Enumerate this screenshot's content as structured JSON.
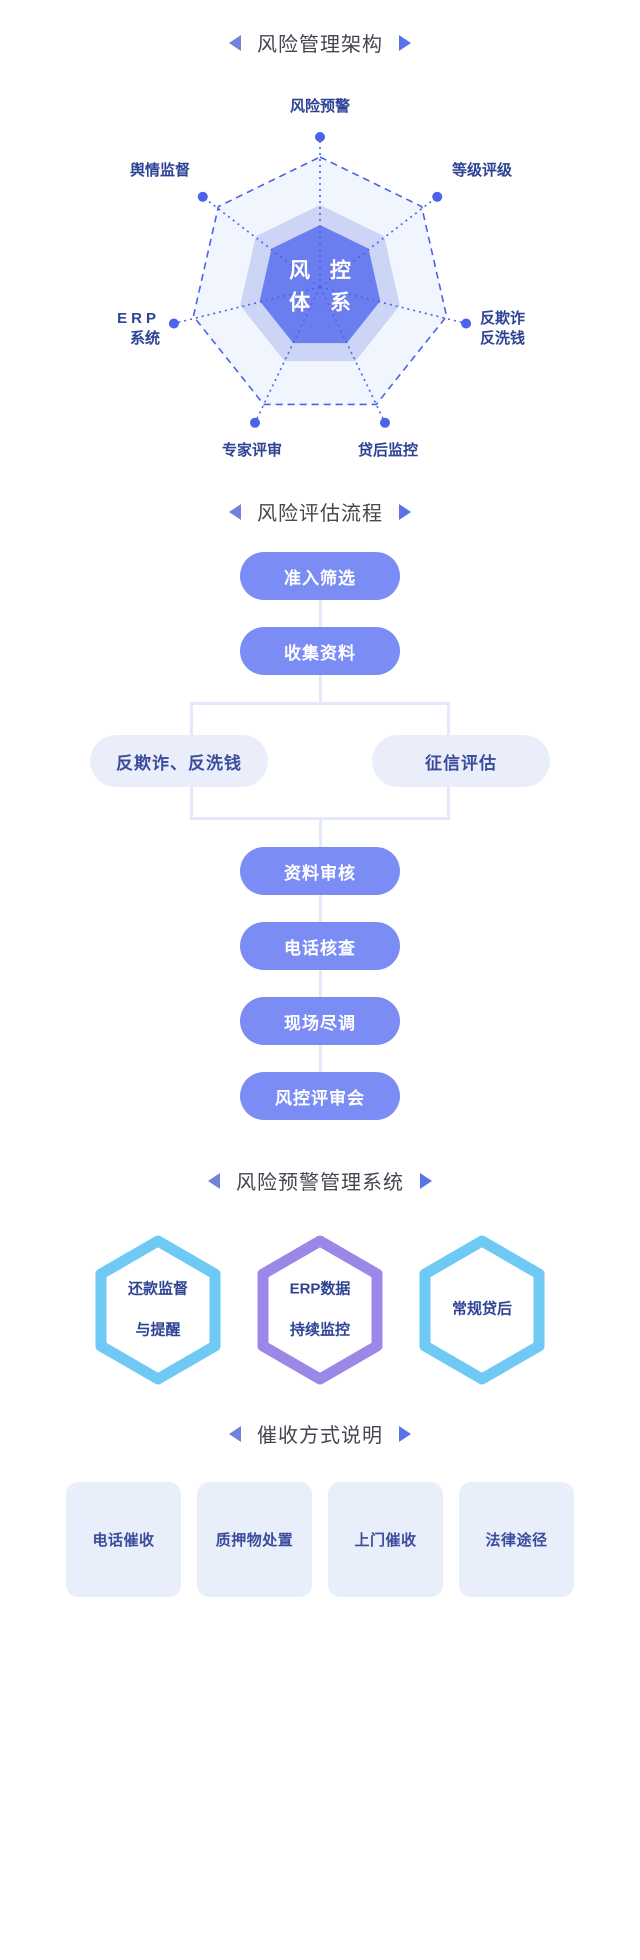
{
  "sections": [
    {
      "title": "风险管理架构"
    },
    {
      "title": "风险评估流程"
    },
    {
      "title": "风险预警管理系统"
    },
    {
      "title": "催收方式说明"
    }
  ],
  "radar": {
    "core": "风控\n体系",
    "core_line1": "风 控",
    "core_line2": "体 系",
    "nodes": [
      {
        "label": "风险预警"
      },
      {
        "label": "等级评级"
      },
      {
        "label": "反欺诈",
        "label2": "反洗钱"
      },
      {
        "label": "贷后监控"
      },
      {
        "label": "专家评审"
      },
      {
        "label": "ERP",
        "label2": "系统"
      },
      {
        "label": "舆情监督"
      }
    ],
    "colors": {
      "outer_fill": "#f1f5fd",
      "mid_fill": "#c5cff4",
      "core_fill": "#6a7ef0",
      "stroke": "#4a63e8",
      "dot": "#4a63e8"
    }
  },
  "flow": {
    "steps_top": [
      {
        "label": "准入筛选"
      },
      {
        "label": "收集资料"
      }
    ],
    "branch": [
      {
        "label": "反欺诈、反洗钱"
      },
      {
        "label": "征信评估"
      }
    ],
    "steps_bottom": [
      {
        "label": "资料审核"
      },
      {
        "label": "电话核查"
      },
      {
        "label": "现场尽调"
      },
      {
        "label": "风控评审会"
      }
    ],
    "colors": {
      "pill": "#7b8cf5",
      "pill_text": "#ffffff",
      "soft": "#eaeefb",
      "soft_text": "#3b4c9c",
      "connector": "#e3e9fb"
    }
  },
  "hexagons": [
    {
      "line1": "还款监督",
      "line2": "与提醒",
      "color": "#6ec9f5"
    },
    {
      "line1": "ERP数据",
      "line2": "持续监控",
      "color": "#9b87e8"
    },
    {
      "line1": "常规贷后",
      "line2": "",
      "color": "#6ec9f5"
    }
  ],
  "cards": [
    {
      "label": "电话催收"
    },
    {
      "label": "质押物处置"
    },
    {
      "label": "上门催收"
    },
    {
      "label": "法律途径"
    }
  ]
}
